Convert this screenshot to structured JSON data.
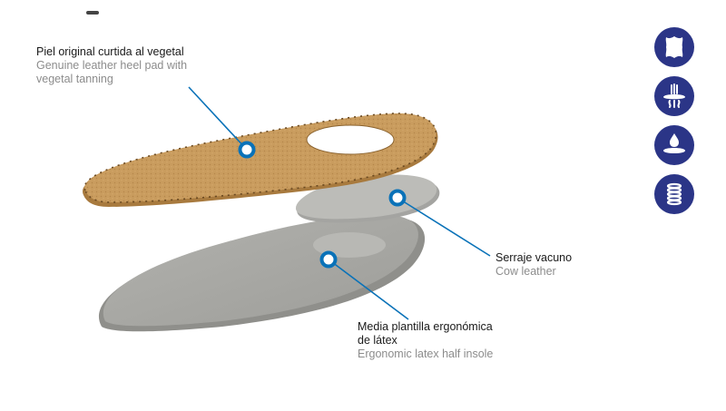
{
  "labels": {
    "leather": {
      "es": "Piel original curtida al vegetal",
      "en_line1": "Genuine leather heel pad with",
      "en_line2": "vegetal tanning"
    },
    "cow": {
      "es": "Serraje vacuno",
      "en": "Cow leather"
    },
    "latex": {
      "es_line1": "Media plantilla ergonómica",
      "es_line2": "de látex",
      "en": "Ergonomic latex half insole"
    }
  },
  "colors": {
    "accent": "#0a72b8",
    "icon_bg": "#2b3587",
    "leather": "#c89a5a",
    "latex": "#a9a9a6"
  },
  "icons": [
    "leather-hide-icon",
    "breathable-icon",
    "moisture-icon",
    "spring-cushion-icon"
  ]
}
